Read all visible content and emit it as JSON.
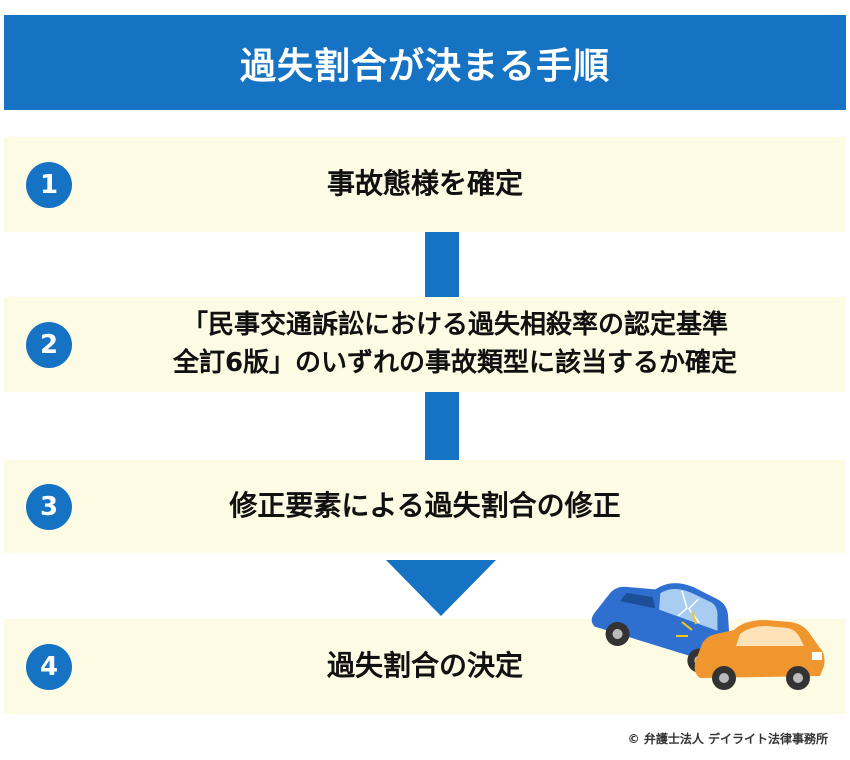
{
  "title": "過失割合が決まる手順",
  "steps": [
    {
      "number": "1",
      "lines": [
        "事故態様を確定"
      ]
    },
    {
      "number": "2",
      "lines": [
        "「民事交通訴訟における過失相殺率の認定基準",
        "全訂6版」のいずれの事故類型に該当するか確定"
      ]
    },
    {
      "number": "3",
      "lines": [
        "修正要素による過失割合の修正"
      ]
    },
    {
      "number": "4",
      "lines": [
        "過失割合の決定"
      ]
    }
  ],
  "illustration": {
    "icon": "car-collision-icon"
  },
  "copyright": "© 弁護士法人 デイライト法律事務所",
  "colors": {
    "primary_blue": "#1673c4",
    "step_background": "#fdfbe3",
    "blue_car": "#2f6fd0",
    "orange_car": "#f0962e"
  }
}
